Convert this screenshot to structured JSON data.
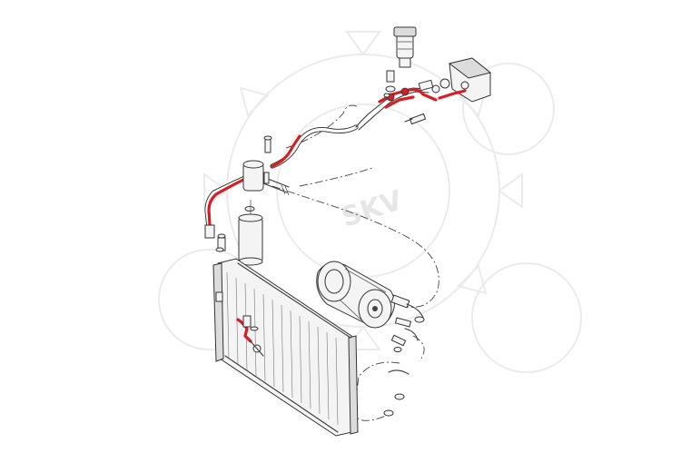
{
  "diagram": {
    "watermark": {
      "text": "SKV",
      "color": "#e6e6e6"
    },
    "colors": {
      "highlighted_hose": "#d41f26",
      "line_art": "#333333",
      "background": "#ffffff"
    },
    "components": [
      {
        "id": "pressure-switch",
        "icon": "pressure-switch-icon"
      },
      {
        "id": "connector-block",
        "icon": "connector-block-icon"
      },
      {
        "id": "receiver-drier",
        "icon": "receiver-drier-icon"
      },
      {
        "id": "condenser",
        "icon": "condenser-icon"
      },
      {
        "id": "compressor",
        "icon": "compressor-icon"
      },
      {
        "id": "refrigerant-line-highlighted",
        "icon": "hose-icon"
      }
    ]
  }
}
